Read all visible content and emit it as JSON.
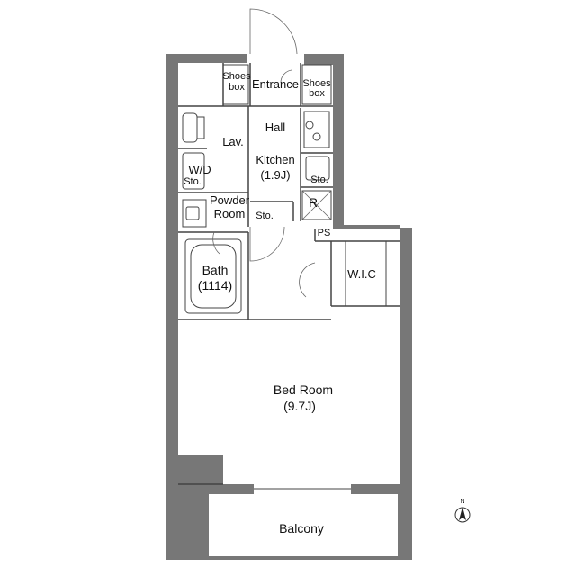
{
  "rooms": {
    "shoes_box_left_line1": "Shoes",
    "shoes_box_left_line2": "box",
    "entrance": "Entrance",
    "shoes_box_right_line1": "Shoes",
    "shoes_box_right_line2": "box",
    "lav": "Lav.",
    "hall": "Hall",
    "kitchen": "Kitchen",
    "kitchen_size": "(1.9J)",
    "wd": "W/D",
    "wd_sto": "Sto.",
    "kitchen_sto": "Sto.",
    "refrigerator": "R",
    "powder_room_line1": "Powder",
    "powder_room_line2": "Room",
    "hall_sto": "Sto.",
    "ps": "PS",
    "wic": "W.I.C",
    "bath": "Bath",
    "bath_size": "(1114)",
    "bed_room": "Bed Room",
    "bed_room_size": "(9.7J)",
    "balcony": "Balcony"
  },
  "compass": {
    "label": "N"
  }
}
